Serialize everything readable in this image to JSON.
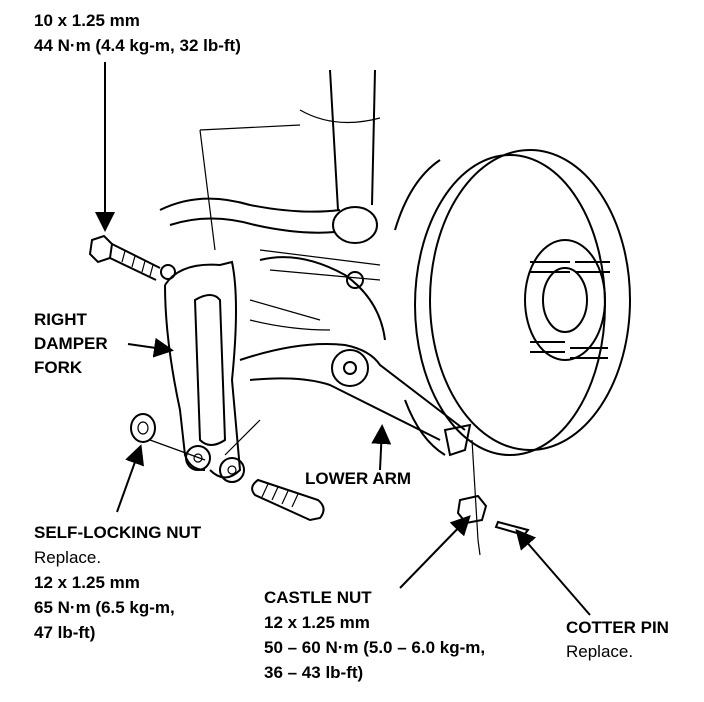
{
  "labels": {
    "top_bolt": {
      "spec": "10 x 1.25 mm",
      "torque": "44 N·m (4.4 kg-m, 32 lb-ft)"
    },
    "right_damper_fork": [
      "RIGHT",
      "DAMPER",
      "FORK"
    ],
    "lower_arm": "LOWER ARM",
    "self_locking_nut": {
      "title": "SELF-LOCKING NUT",
      "note": "Replace.",
      "spec": "12 x 1.25 mm",
      "torque_1": "65 N·m (6.5 kg-m,",
      "torque_2": "47 lb-ft)"
    },
    "castle_nut": {
      "title": "CASTLE NUT",
      "spec": "12 x 1.25 mm",
      "torque_1": "50 – 60 N·m (5.0 – 6.0 kg-m,",
      "torque_2": "36 – 43 lb-ft)"
    },
    "cotter_pin": {
      "title": "COTTER PIN",
      "note": "Replace."
    }
  }
}
